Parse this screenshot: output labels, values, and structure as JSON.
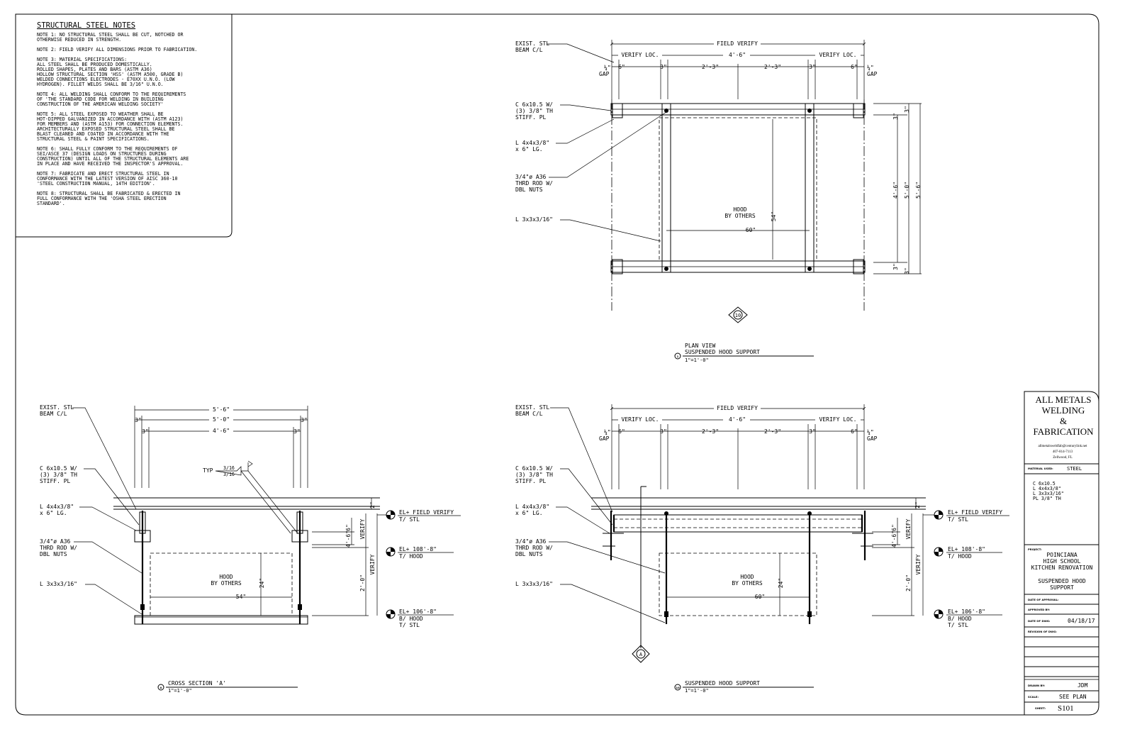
{
  "notes": {
    "title": "STRUCTURAL STEEL NOTES",
    "lines": [
      "NOTE 1: NO STRUCTURAL STEEL SHALL BE CUT, NOTCHED OR",
      "OTHERWISE REDUCED IN STRENGTH.",
      "",
      "NOTE 2: FIELD VERIFY ALL DIMENSIONS PRIOR TO FABRICATION.",
      "",
      "NOTE 3: MATERIAL SPECIFICATIONS:",
      "ALL STEEL SHALL BE PRODUCED DOMESTICALLY.",
      "ROLLED SHAPES, PLATES AND BARS (ASTM A36)",
      "HOLLOW STRUCTURAL SECTION 'HSS' (ASTM A500, GRADE B)",
      "WELDED CONNECTIONS ELECTRODES - E70XX U.N.O. (LOW",
      "HYDROGEN). FILLET WELDS SHALL BE 3/16\" U.N.O.",
      "",
      "NOTE 4: ALL WELDING SHALL CONFORM TO THE REQUIREMENTS",
      "OF 'THE STANDARD CODE FOR WELDING IN BUILDING",
      "CONSTRUCTION OF THE AMERICAN WELDING SOCIETY'",
      "",
      "NOTE 5: ALL STEEL EXPOSED TO WEATHER SHALL BE",
      "HOT-DIPPED GALVANIZED IN ACCORDANCE WITH (ASTM A123)",
      "FOR MEMBERS AND (ASTM A153) FOR CONNECTION ELEMENTS.",
      "ARCHITECTURALLY EXPOSED STRUCTURAL STEEL SHALL BE",
      "BLAST CLEANED AND COATED IN ACCORDANCE WITH THE",
      "STRUCTURAL STEEL & PAINT SPECIFICATIONS.",
      "",
      "NOTE 6: SHALL FULLY CONFORM TO THE REQUIREMENTS OF",
      "SEI/ASCE 37 (DESIGN LOADS ON STRUCTURES DURING",
      "CONSTRUCTION) UNTIL ALL OF THE STRUCTURAL ELEMENTS ARE",
      "IN PLACE AND HAVE RECEIVED THE INSPECTOR'S APPROVAL.",
      "",
      "NOTE 7: FABRICATE AND ERECT STRUCTURAL STEEL IN",
      "CONFORMANCE  WITH THE LATEST VERSION OF AISC 360-10",
      "'STEEL CONSTRUCTION MANUAL, 14TH EDITION'.",
      "",
      "NOTE 8: STRUCTURAL SHALL BE FABRICATED & ERECTED IN",
      "FULL CONFORMANCE WITH THE 'OSHA STEEL ERECTION",
      "STANDARD'."
    ]
  },
  "callouts": {
    "beam_cl": [
      "EXIST. STL",
      "BEAM C/L"
    ],
    "channel": [
      "C 6x10.5 W/",
      "(3) 3/8\" TH",
      "STIFF. PL"
    ],
    "angle_4": [
      "L 4x4x3/8\"",
      "x 6\" LG."
    ],
    "rod": [
      "3/4\"ø A36",
      "THRD ROD W/",
      "DBL NUTS"
    ],
    "angle_3": "L 3x3x3/16\"",
    "hood": [
      "HOOD",
      "BY OTHERS"
    ],
    "gap": "GAP",
    "quarter": "¼\"",
    "typ": "TYP",
    "weld": "3/16"
  },
  "dims": {
    "field_verify": "FIELD VERIFY",
    "verify_loc": "VERIFY LOC.",
    "verify": "VERIFY",
    "d6": "6\"",
    "d3": "3\"",
    "d2_3": "2'-3\"",
    "d4_6": "4'-6\"",
    "d5_0": "5'-0\"",
    "d5_6": "5'-6\"",
    "d54": "54\"",
    "d60": "60\"",
    "d24": "24\"",
    "d2": "2\"",
    "d2_0": "2'-0\""
  },
  "elevations": {
    "fv": [
      "EL+ FIELD VERIFY",
      "T/ STL"
    ],
    "e108": [
      "EL+ 108'-8\"",
      "T/ HOOD"
    ],
    "e106": [
      "EL+ 106'-8\"",
      "B/ HOOD",
      "T/ STL"
    ]
  },
  "views": {
    "plan": {
      "tag": "1",
      "title1": "PLAN VIEW",
      "title2": "SUSPENDED HOOD SUPPORT",
      "scale": "1\"=1'-0\""
    },
    "section": {
      "tag": "A",
      "title": "CROSS SECTION 'A'",
      "scale": "1\"=1'-0\""
    },
    "elev": {
      "tag": "10",
      "title": "SUSPENDED HOOD SUPPORT",
      "scale": "1\"=1'-0\""
    },
    "section_marker": "A",
    "elev_marker": "10"
  },
  "titleblock": {
    "company": [
      "ALL METALS",
      "WELDING",
      "&",
      "FABRICATION"
    ],
    "email": "allmetalsweldfab@centurylink.net",
    "phone": "407-814-7113",
    "city": "Zellwood, FL",
    "material_label": "MATERIAL USED:",
    "material_value": "STEEL",
    "materials": [
      "C 6x10.5",
      "L 4x4x3/8\"",
      "L 3x3x3/16\"",
      "PL 3/8\" TH"
    ],
    "project_label": "PROJECT:",
    "project": [
      "POINCIANA",
      "HIGH SCHOOL",
      "KITCHEN RENOVATION"
    ],
    "sheet_title": [
      "SUSPENDED HOOD",
      "SUPPORT"
    ],
    "approval_label": "DATE OF APPROVAL:",
    "approved_label": "APPROVED BY:",
    "date_label": "DATE OF DWG:",
    "date": "04/18/17",
    "revision_label": "REVISION OF DWG:",
    "drawn_label": "DRAWN BY:",
    "drawn": "JDM",
    "scale_label": "SCALE:",
    "scale": "SEE PLAN",
    "sheet_label": "SHEET:",
    "sheet": "S101"
  }
}
